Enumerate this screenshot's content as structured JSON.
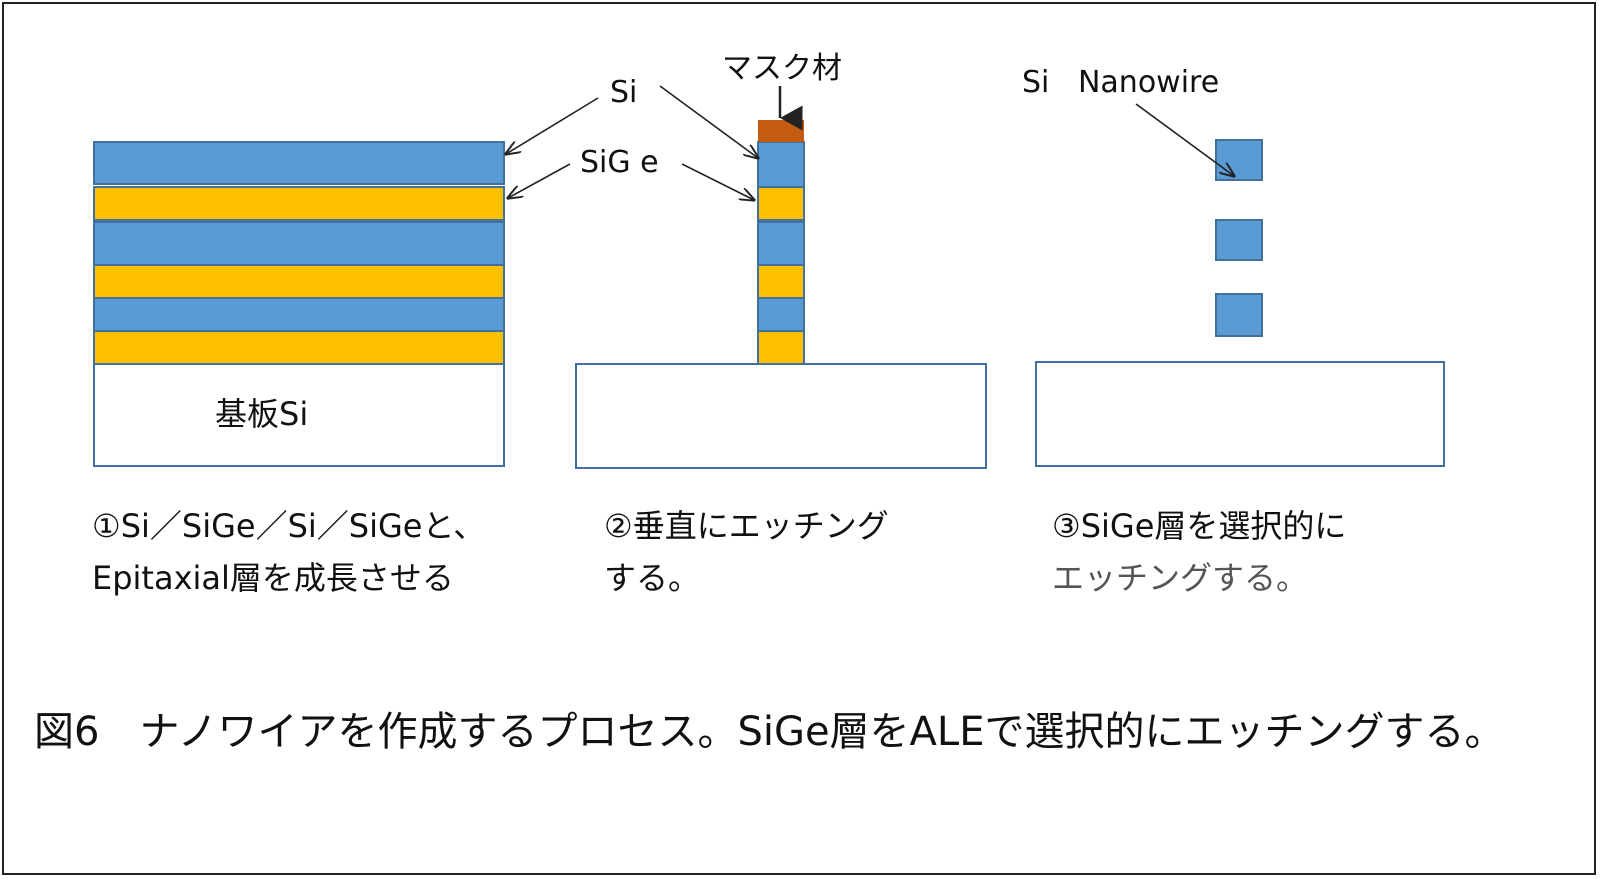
{
  "labels": {
    "si": "Si",
    "sige": "SiG e",
    "mask": "マスク材",
    "nanowire": "Si   Nanowire",
    "substrate": "基板Si"
  },
  "steps": [
    {
      "line1": "①Si／SiGe／Si／SiGeと、",
      "line2": "Epitaxial層を成長させる"
    },
    {
      "line1": "②垂直にエッチング",
      "line2": "する。"
    },
    {
      "line1": "③SiGe層を選択的に",
      "line2": "エッチングする。"
    }
  ],
  "caption": "図6　ナノワイアを作成するプロセス。SiGe層をALEで選択的にエッチングする。",
  "colors": {
    "si_layer": "#5b9bd5",
    "sige_layer": "#ffc000",
    "mask": "#c55a11",
    "outline": "#41719c",
    "arrow": "#222222"
  }
}
